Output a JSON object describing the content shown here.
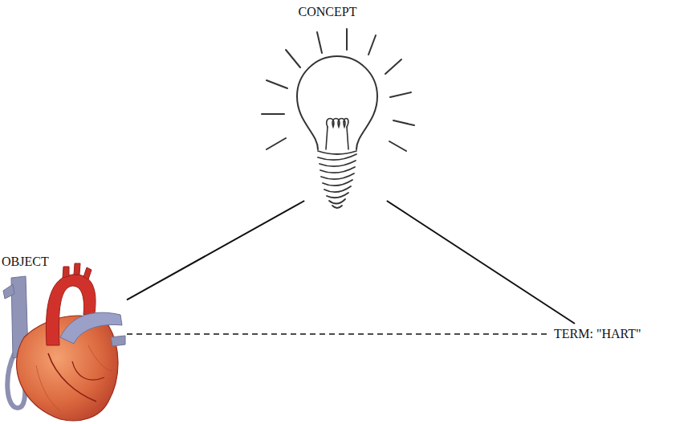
{
  "diagram": {
    "nodes": [
      {
        "text": [
          "CONCEPT"
        ]
      },
      {
        "text": [
          "OBJECT"
        ]
      },
      {
        "text": [
          "TERM: \"HART\""
        ]
      }
    ],
    "edges": [
      {
        "from": 0,
        "to": 1,
        "arrow": "none"
      },
      {
        "from": 0,
        "to": 2,
        "arrow": "none"
      },
      {
        "from": 1,
        "to": 2,
        "arrow": "none"
      }
    ]
  }
}
